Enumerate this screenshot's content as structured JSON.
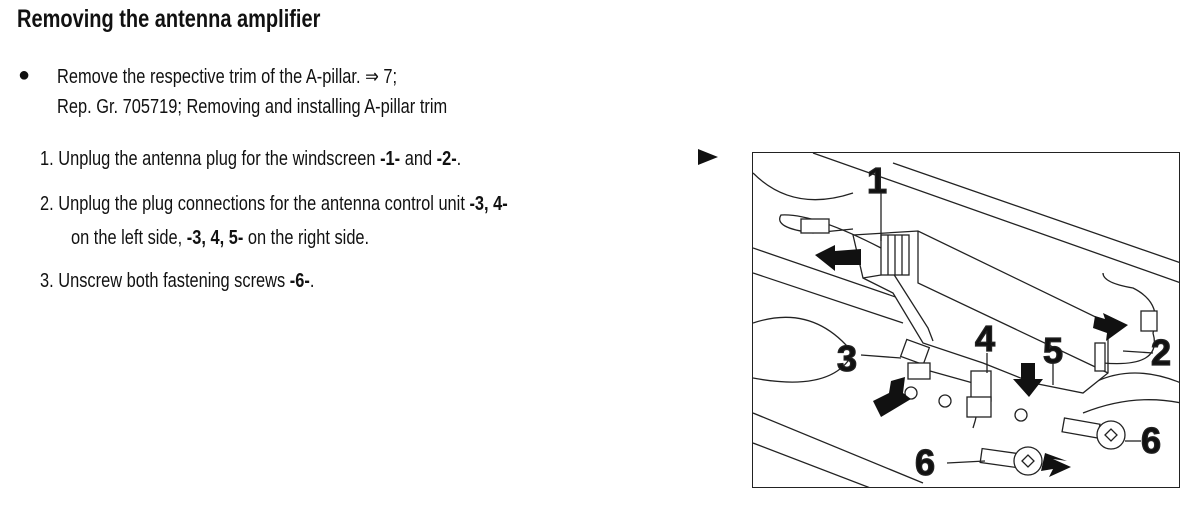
{
  "heading": "Removing the antenna amplifier",
  "bullet": {
    "line1": "Remove the respective trim of the A-pillar. ⇒ 7;",
    "line2": "Rep. Gr. 705719; Removing and installing A-pillar trim"
  },
  "steps": [
    {
      "num": "1.",
      "pre": "Unplug the antenna plug for the windscreen ",
      "b1": "-1-",
      "mid": " and ",
      "b2": "-2-",
      "post": "."
    },
    {
      "num": "2.",
      "pre": "Unplug the plug connections for the antenna control unit ",
      "b1": "-3, 4-",
      "line2_pre": "on the left side, ",
      "b2": "-3, 4, 5-",
      "post": " on the right side."
    },
    {
      "num": "3.",
      "pre": "Unscrew both fastening screws ",
      "b1": "-6-",
      "post": "."
    }
  ],
  "figure": {
    "labels": [
      "1",
      "2",
      "3",
      "4",
      "5",
      "6",
      "6"
    ]
  }
}
